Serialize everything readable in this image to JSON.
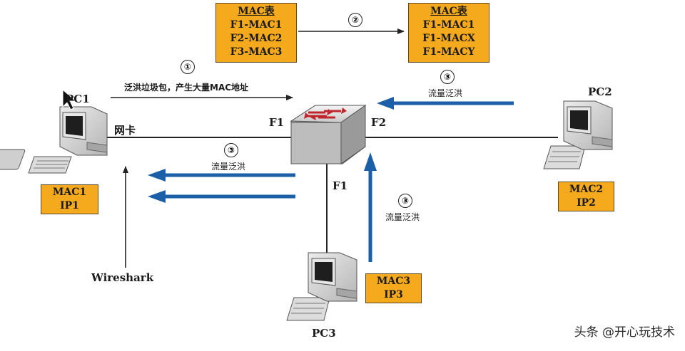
{
  "colors": {
    "box_fill": "#f5a91c",
    "flood_arrow": "#1a5fa8",
    "line": "#222222",
    "switch_red": "#c0272d"
  },
  "mac_tables": [
    {
      "title": "MAC表",
      "rows": [
        "F1-MAC1",
        "F2-MAC2",
        "F3-MAC3"
      ]
    },
    {
      "title": "MAC表",
      "rows": [
        "F1-MAC1",
        "F1-MACX",
        "F1-MACY"
      ]
    }
  ],
  "steps": {
    "one": "①",
    "two": "②",
    "three": "③"
  },
  "labels": {
    "flood_garbage": "泛洪垃圾包，产生大量MAC地址",
    "traffic_flood": "流量泛洪",
    "nic": "网卡",
    "wireshark": "Wireshark",
    "port_f1_left": "F1",
    "port_f2": "F2",
    "port_f1_bottom": "F1"
  },
  "pcs": {
    "pc1": {
      "name": "PC1",
      "mac": "MAC1",
      "ip": "IP1"
    },
    "pc2": {
      "name": "PC2",
      "mac": "MAC2",
      "ip": "IP2"
    },
    "pc3": {
      "name": "PC3",
      "mac": "MAC3",
      "ip": "IP3"
    }
  },
  "watermark": "头条 @开心玩技术"
}
